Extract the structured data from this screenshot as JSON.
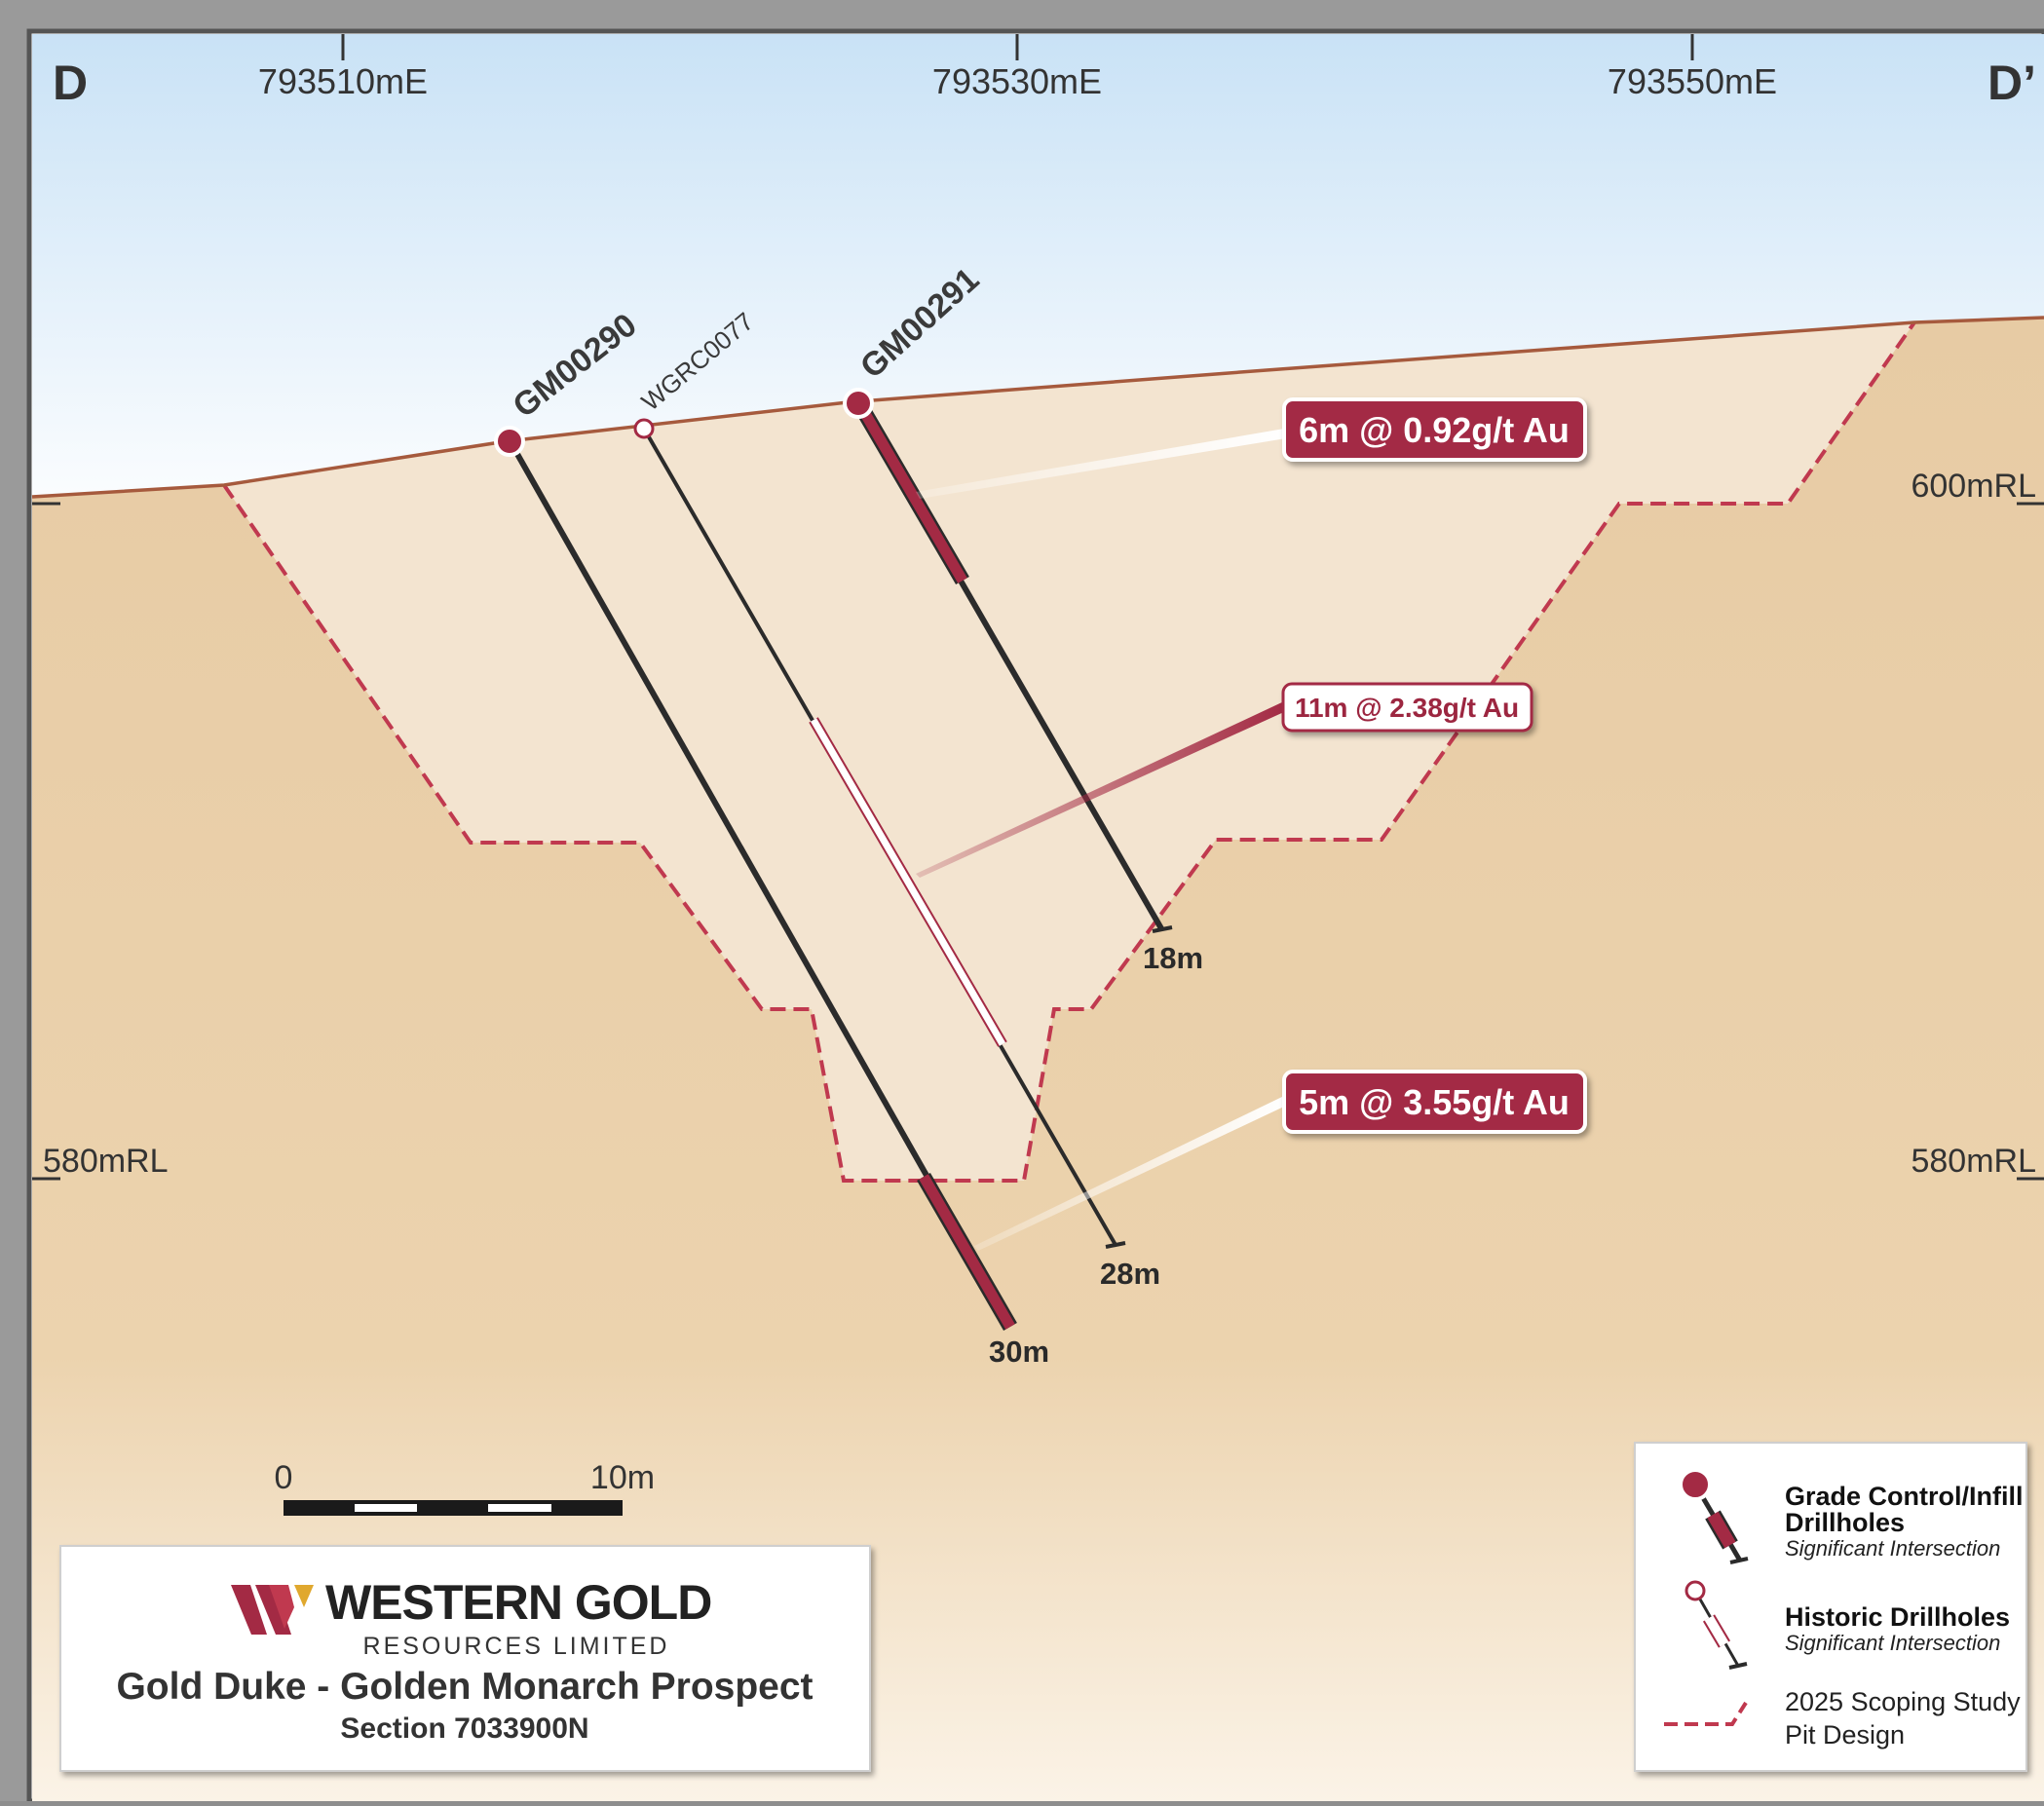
{
  "section": {
    "left_label": "D",
    "right_label": "D’",
    "eastings": [
      "793510mE",
      "793530mE",
      "793550mE"
    ],
    "rl_labels": {
      "rl600_right": "600mRL",
      "rl580_left": "580mRL",
      "rl580_right": "580mRL"
    }
  },
  "holes": [
    {
      "id": "GM00290",
      "type": "grade-control",
      "depth_label": "30m"
    },
    {
      "id": "WGRC0077",
      "type": "historic",
      "depth_label": "28m"
    },
    {
      "id": "GM00291",
      "type": "grade-control",
      "depth_label": "18m"
    }
  ],
  "intersections": [
    {
      "label": "6m @ 0.92g/t Au",
      "style": "filled"
    },
    {
      "label": "11m @ 2.38g/t Au",
      "style": "outline"
    },
    {
      "label": "5m @ 3.55g/t Au",
      "style": "filled"
    }
  ],
  "scale_bar": {
    "start": "0",
    "end": "10m"
  },
  "legend": {
    "grade_control_title_line1": "Grade Control/Infill",
    "grade_control_title_line2": "Drillholes",
    "grade_control_sub": "Significant Intersection",
    "historic_title": "Historic Drillholes",
    "historic_sub": "Significant Intersection",
    "pit_line1": "2025 Scoping Study",
    "pit_line2": "Pit Design"
  },
  "title_block": {
    "logo_name": "WESTERN GOLD",
    "logo_sub": "RESOURCES LIMITED",
    "title": "Gold Duke - Golden Monarch Prospect",
    "subtitle": "Section 7033900N"
  },
  "colors": {
    "sky_top": "#cfe6f7",
    "ground": "#e9cfa9",
    "pit_fill": "#f3e3cf",
    "pit_outline": "#c0394f",
    "intersection": "#a32a44",
    "topo_line": "#a65a3d",
    "drill_trace": "#2b2b2b"
  }
}
